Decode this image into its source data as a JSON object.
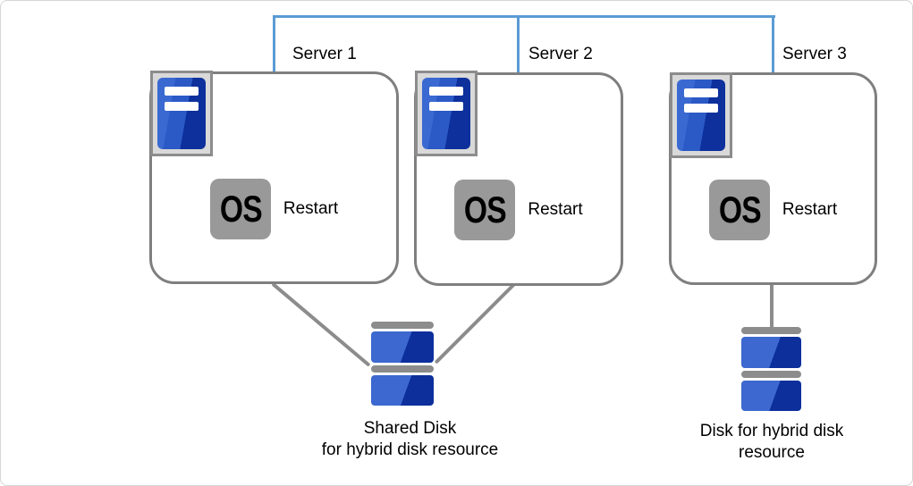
{
  "servers": [
    {
      "label": "Server 1",
      "os": "OS",
      "action": "Restart"
    },
    {
      "label": "Server 2",
      "os": "OS",
      "action": "Restart"
    },
    {
      "label": "Server 3",
      "os": "OS",
      "action": "Restart"
    }
  ],
  "disks": [
    {
      "name": "shared-disk",
      "label_lines": [
        "Shared Disk",
        "for hybrid disk resource"
      ],
      "connected_to": [
        "Server 1",
        "Server 2"
      ]
    },
    {
      "name": "hybrid-disk",
      "label_lines": [
        "Disk for hybrid disk",
        "resource"
      ],
      "connected_to": [
        "Server 3"
      ]
    }
  ],
  "icons": {
    "server": "server-tower-icon",
    "os": "os-badge-icon",
    "disk": "disk-stack-icon"
  },
  "colors": {
    "network_line": "#5B9BD5",
    "connector_line": "#8C8C8C",
    "box_border": "#7F7F7F",
    "canvas_border": "#D5D5D5",
    "server_icon_bg": "#D9D9D9",
    "server_icon_border": "#8C8C8C",
    "tower_blue_light": "#3A69D2",
    "tower_blue_dark": "#0D309C",
    "os_badge_bg": "#999999",
    "disk_cap": "#8C8C8C",
    "disk_blue_light": "#3C68CF",
    "disk_blue_dark": "#0C2F9C"
  }
}
